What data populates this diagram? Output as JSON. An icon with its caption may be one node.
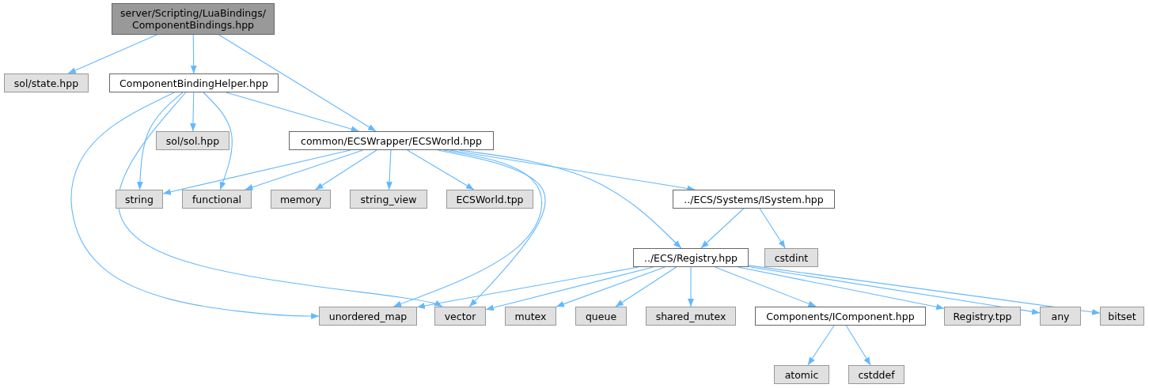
{
  "diagram": {
    "nodes": [
      {
        "text": [
          "server/Scripting/LuaBindings/ComponentBindings.hpp"
        ]
      },
      {
        "text": [
          "sol/state.hpp"
        ]
      },
      {
        "text": [
          "ComponentBindingHelper.hpp"
        ]
      },
      {
        "text": [
          "sol/sol.hpp"
        ]
      },
      {
        "text": [
          "common/ECSWrapper/ECSWorld.hpp"
        ]
      },
      {
        "text": [
          "string"
        ]
      },
      {
        "text": [
          "functional"
        ]
      },
      {
        "text": [
          "memory"
        ]
      },
      {
        "text": [
          "string_view"
        ]
      },
      {
        "text": [
          "ECSWorld.tpp"
        ]
      },
      {
        "text": [
          "../ECS/Systems/ISystem.hpp"
        ]
      },
      {
        "text": [
          "../ECS/Registry.hpp"
        ]
      },
      {
        "text": [
          "cstdint"
        ]
      },
      {
        "text": [
          "unordered_map"
        ]
      },
      {
        "text": [
          "vector"
        ]
      },
      {
        "text": [
          "mutex"
        ]
      },
      {
        "text": [
          "queue"
        ]
      },
      {
        "text": [
          "shared_mutex"
        ]
      },
      {
        "text": [
          "Components/IComponent.hpp"
        ]
      },
      {
        "text": [
          "Registry.tpp"
        ]
      },
      {
        "text": [
          "any"
        ]
      },
      {
        "text": [
          "bitset"
        ]
      },
      {
        "text": [
          "atomic"
        ]
      },
      {
        "text": [
          "cstddef"
        ]
      }
    ],
    "edges": [
      {
        "from": 0,
        "to": 1,
        "arrow": "to"
      },
      {
        "from": 0,
        "to": 2,
        "arrow": "to"
      },
      {
        "from": 0,
        "to": 4,
        "arrow": "to"
      },
      {
        "from": 2,
        "to": 13,
        "arrow": "to"
      },
      {
        "from": 2,
        "to": 14,
        "arrow": "to"
      },
      {
        "from": 2,
        "to": 5,
        "arrow": "to"
      },
      {
        "from": 2,
        "to": 3,
        "arrow": "to"
      },
      {
        "from": 2,
        "to": 6,
        "arrow": "to"
      },
      {
        "from": 2,
        "to": 4,
        "arrow": "to"
      },
      {
        "from": 4,
        "to": 5,
        "arrow": "to"
      },
      {
        "from": 4,
        "to": 6,
        "arrow": "to"
      },
      {
        "from": 4,
        "to": 7,
        "arrow": "to"
      },
      {
        "from": 4,
        "to": 8,
        "arrow": "to"
      },
      {
        "from": 4,
        "to": 9,
        "arrow": "to"
      },
      {
        "from": 4,
        "to": 10,
        "arrow": "to"
      },
      {
        "from": 4,
        "to": 11,
        "arrow": "to"
      },
      {
        "from": 4,
        "to": 13,
        "arrow": "to"
      },
      {
        "from": 4,
        "to": 14,
        "arrow": "to"
      },
      {
        "from": 10,
        "to": 11,
        "arrow": "to"
      },
      {
        "from": 10,
        "to": 12,
        "arrow": "to"
      },
      {
        "from": 11,
        "to": 13,
        "arrow": "to"
      },
      {
        "from": 11,
        "to": 14,
        "arrow": "to"
      },
      {
        "from": 11,
        "to": 15,
        "arrow": "to"
      },
      {
        "from": 11,
        "to": 16,
        "arrow": "to"
      },
      {
        "from": 11,
        "to": 17,
        "arrow": "to"
      },
      {
        "from": 11,
        "to": 18,
        "arrow": "to"
      },
      {
        "from": 11,
        "to": 19,
        "arrow": "to"
      },
      {
        "from": 11,
        "to": 20,
        "arrow": "to"
      },
      {
        "from": 11,
        "to": 21,
        "arrow": "to"
      },
      {
        "from": 18,
        "to": 22,
        "arrow": "to"
      },
      {
        "from": 18,
        "to": 23,
        "arrow": "to"
      }
    ]
  }
}
